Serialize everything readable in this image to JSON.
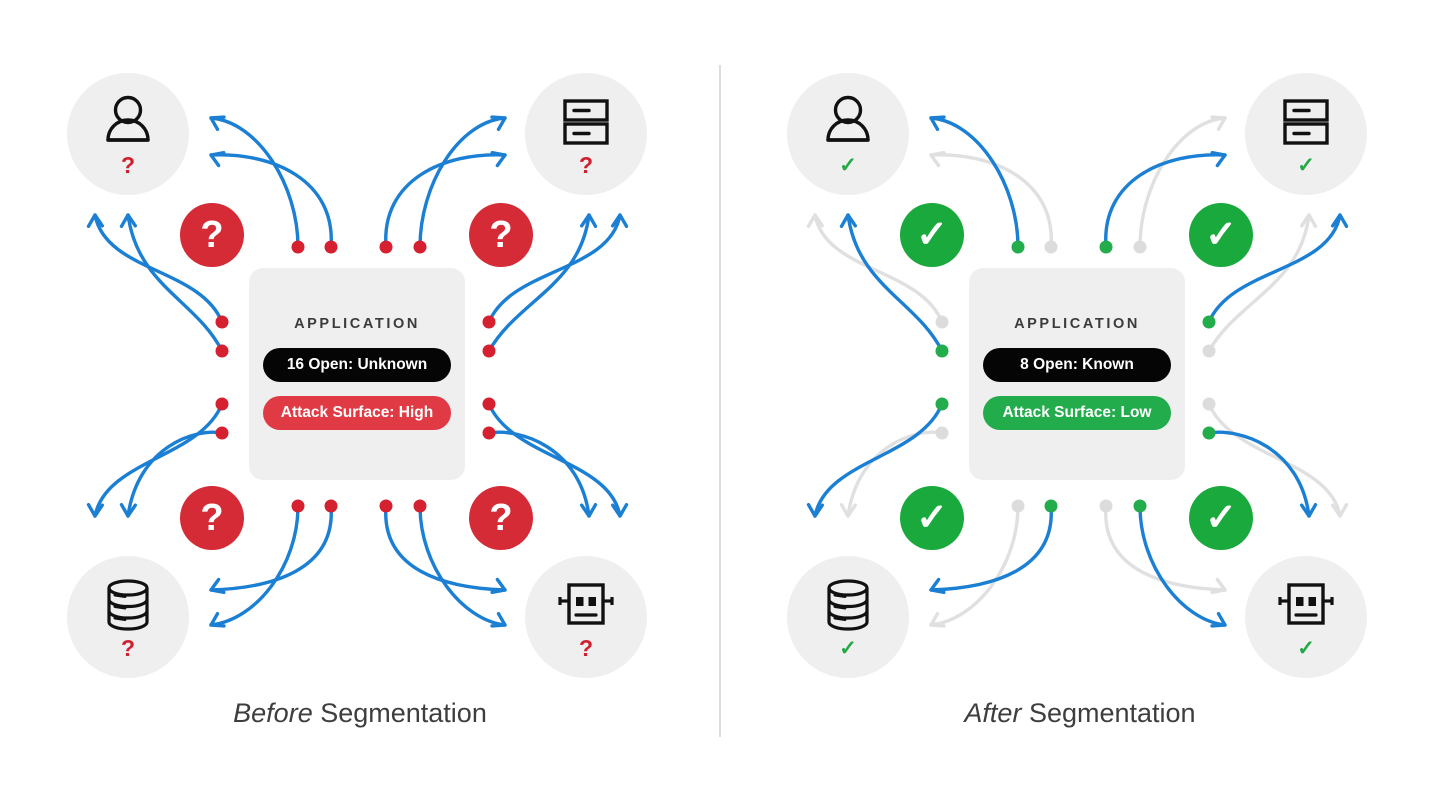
{
  "diagram": {
    "title_semantics": "network-segmentation-before-after-comparison",
    "colors": {
      "wire_active": "#1b7fd4",
      "wire_muted": "#e0e0e0",
      "dot_red": "#d5202f",
      "dot_green": "#22ac4b",
      "dot_muted": "#dcdcdc",
      "badge_red": "#d52b36",
      "badge_green": "#19a93c",
      "pill_dark": "#050505",
      "pill_red": "#e03b45",
      "pill_green": "#22ac4b",
      "node_bg": "#efefef",
      "card_bg": "#efefef",
      "divider": "#dcdcdc",
      "text": "#3e3e3e"
    },
    "panels": [
      {
        "id": "before",
        "caption_emphasis": "Before",
        "caption_rest": " Segmentation",
        "card": {
          "title": "APPLICATION",
          "pill_ports": "16 Open: Unknown",
          "pill_surface": "Attack Surface: High"
        },
        "badges": [
          {
            "position": "top-left",
            "symbol": "?",
            "state": "red"
          },
          {
            "position": "top-right",
            "symbol": "?",
            "state": "red"
          },
          {
            "position": "bottom-left",
            "symbol": "?",
            "state": "red"
          },
          {
            "position": "bottom-right",
            "symbol": "?",
            "state": "red"
          }
        ],
        "nodes": [
          {
            "position": "top-left",
            "icon": "user-icon",
            "mark": "?",
            "mark_state": "unknown"
          },
          {
            "position": "top-right",
            "icon": "server-rack-icon",
            "mark": "?",
            "mark_state": "unknown"
          },
          {
            "position": "bottom-left",
            "icon": "database-icon",
            "mark": "?",
            "mark_state": "unknown"
          },
          {
            "position": "bottom-right",
            "icon": "robot-icon",
            "mark": "?",
            "mark_state": "unknown"
          }
        ],
        "connections": {
          "total": 16,
          "active": 16,
          "muted": 0,
          "dot_color": "red"
        }
      },
      {
        "id": "after",
        "caption_emphasis": "After",
        "caption_rest": " Segmentation",
        "card": {
          "title": "APPLICATION",
          "pill_ports": "8 Open: Known",
          "pill_surface": "Attack Surface: Low"
        },
        "badges": [
          {
            "position": "top-left",
            "symbol": "✓",
            "state": "green"
          },
          {
            "position": "top-right",
            "symbol": "✓",
            "state": "green"
          },
          {
            "position": "bottom-left",
            "symbol": "✓",
            "state": "green"
          },
          {
            "position": "bottom-right",
            "symbol": "✓",
            "state": "green"
          }
        ],
        "nodes": [
          {
            "position": "top-left",
            "icon": "user-icon",
            "mark": "✓",
            "mark_state": "verified"
          },
          {
            "position": "top-right",
            "icon": "server-rack-icon",
            "mark": "✓",
            "mark_state": "verified"
          },
          {
            "position": "bottom-left",
            "icon": "database-icon",
            "mark": "✓",
            "mark_state": "verified"
          },
          {
            "position": "bottom-right",
            "icon": "robot-icon",
            "mark": "✓",
            "mark_state": "verified"
          }
        ],
        "connections": {
          "total": 16,
          "active": 8,
          "muted": 8,
          "dot_color": "green"
        }
      }
    ]
  }
}
